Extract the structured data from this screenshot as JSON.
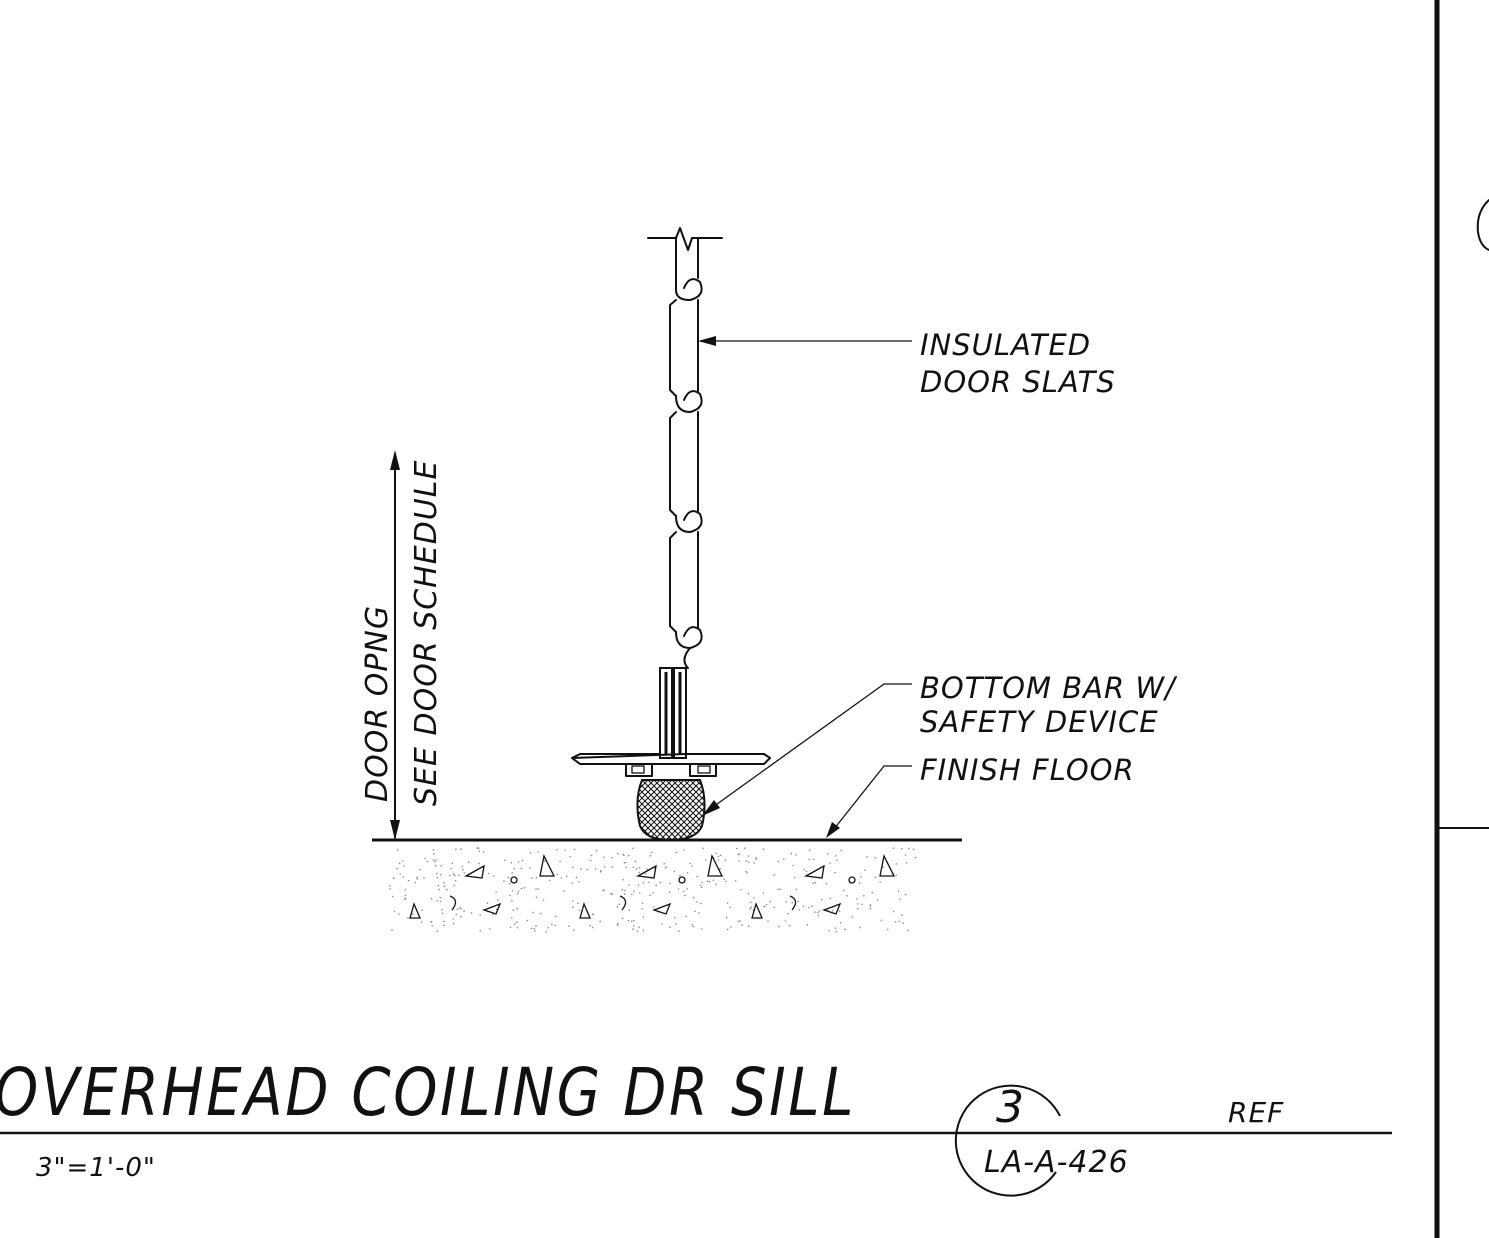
{
  "labels": {
    "slats_line1": "INSULATED",
    "slats_line2": "DOOR SLATS",
    "bottom_bar_line1": "BOTTOM BAR W/",
    "bottom_bar_line2": "SAFETY DEVICE",
    "finish_floor": "FINISH FLOOR",
    "dimension_line1": "DOOR OPNG",
    "dimension_line2": "SEE DOOR SCHEDULE"
  },
  "title_block": {
    "title": "OVERHEAD COILING DR SILL",
    "scale": "3\"=1'-0\"",
    "detail_number": "3",
    "sheet_number": "LA-A-426",
    "ref": "REF"
  }
}
